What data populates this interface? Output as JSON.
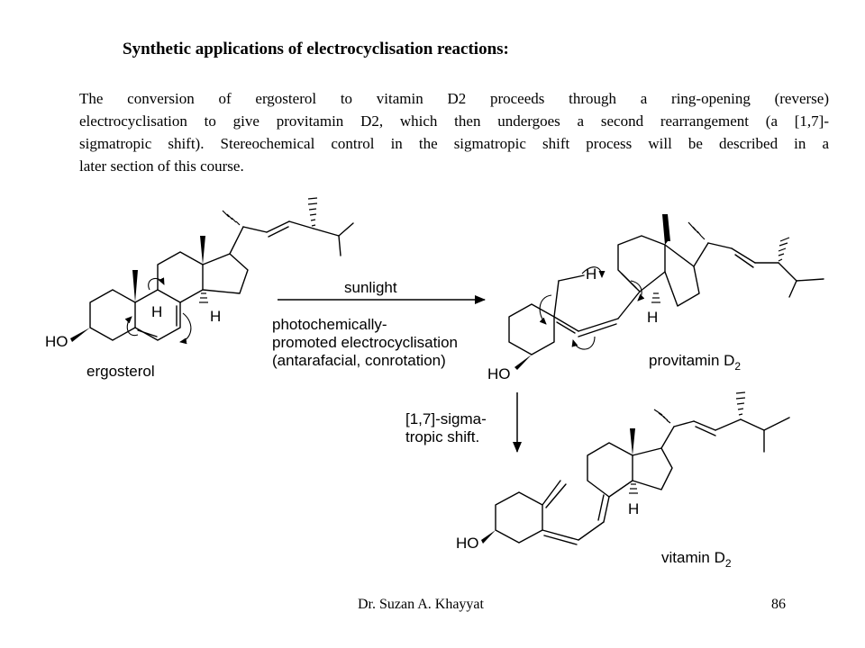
{
  "slide": {
    "title": "Synthetic applications of electrocyclisation reactions:",
    "paragraph_lines": [
      "The conversion of ergosterol to vitamin D2 proceeds through a ring-opening (reverse)",
      "electrocyclisation to give provitamin D2, which then undergoes a second rearrangement (a [1,7]-",
      "sigmatropic shift). Stereochemical control in the sigmatropic shift process will be described in a",
      "later section of this course."
    ],
    "footer": {
      "author": "Dr. Suzan A. Khayyat",
      "page_number": "86"
    }
  },
  "scheme": {
    "ergosterol": {
      "label": "ergosterol",
      "ho": "HO",
      "h1": "H",
      "h2": "H"
    },
    "step1": {
      "condition": "sunlight",
      "description_lines": [
        "photochemically-",
        "promoted electrocyclisation",
        "(antarafacial, conrotation)"
      ]
    },
    "provitamin": {
      "label": "provitamin D",
      "subscript": "2",
      "ho": "HO",
      "h1": "H",
      "h2": "H"
    },
    "step2": {
      "description_lines": [
        "[1,7]-sigma-",
        "tropic shift."
      ]
    },
    "vitamin": {
      "label": "vitamin D",
      "subscript": "2",
      "ho": "HO",
      "h": "H"
    }
  }
}
